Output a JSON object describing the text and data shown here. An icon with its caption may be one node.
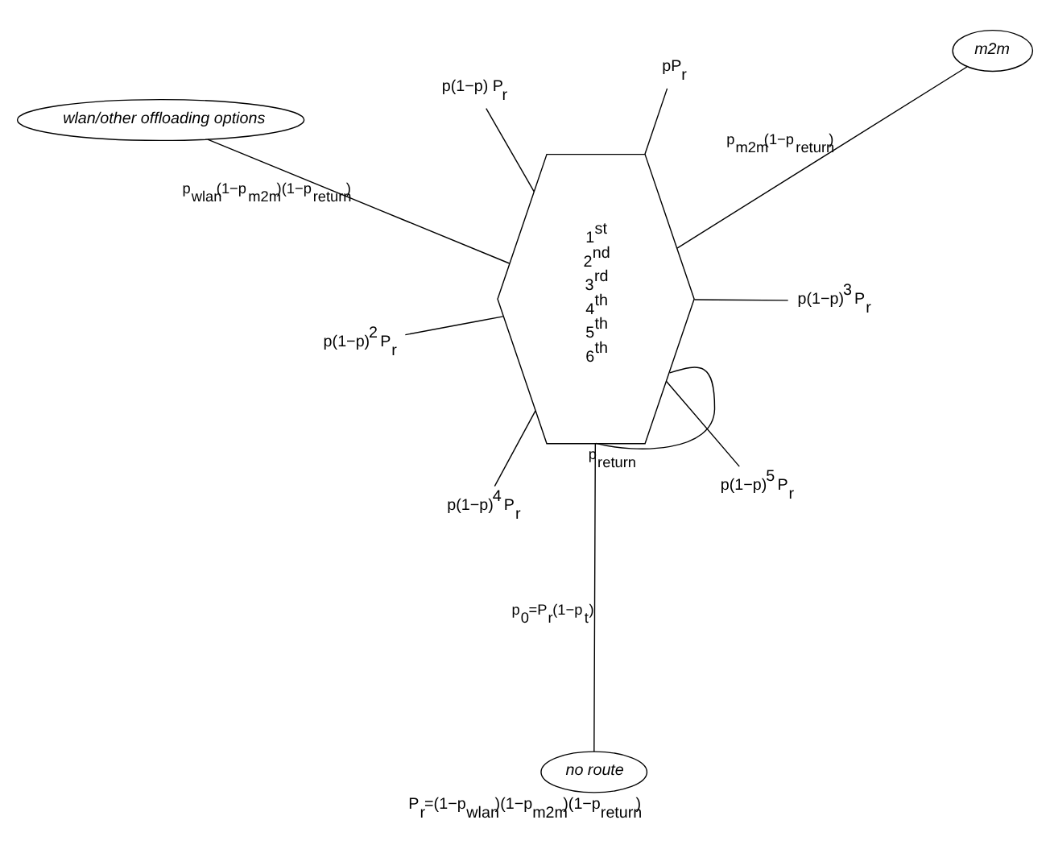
{
  "diagram": {
    "caption": "P$_{r}$=(1−p$_{wlan}$)(1−p$_{m2m}$)(1−p$_{return}$)",
    "nodes": [
      {
        "text": [
          "wlan/other offloading options"
        ]
      },
      {
        "text": [
          "m2m"
        ]
      },
      {
        "text": [
          "no route"
        ]
      },
      {
        "text": [
          "1$^{st}$",
          "2$^{nd}$",
          "3$^{rd}$",
          "4$^{th}$",
          "5$^{th}$",
          "6$^{th}$"
        ]
      },
      {
        "text": [
          "pP$_{r}$"
        ]
      },
      {
        "text": [
          "p(1−p) P$_{r}$"
        ]
      },
      {
        "text": [
          "p(1−p)$^{2}$ P$_{r}$"
        ]
      },
      {
        "text": [
          "p(1−p)$^{3}$ P$_{r}$"
        ]
      },
      {
        "text": [
          "p(1−p)$^{4}$ P$_{r}$"
        ]
      },
      {
        "text": [
          "p(1−p)$^{5}$ P$_{r}$"
        ]
      }
    ],
    "edges": [
      {
        "from": 3,
        "to": 0,
        "arrow": "none",
        "label": "p$_{wlan}$(1−p$_{m2m}$)(1−p$_{return}$)"
      },
      {
        "from": 3,
        "to": 1,
        "arrow": "none",
        "label": "p$_{m2m}$(1−p$_{return}$)"
      },
      {
        "from": 3,
        "to": 2,
        "arrow": "none",
        "label": "p$_{0}$=P$_{r}$(1−p$_{t}$)"
      },
      {
        "from": 3,
        "to": 3,
        "arrow": "none",
        "label": "p$_{return}$"
      },
      {
        "from": 4,
        "to": 3,
        "arrow": "none"
      },
      {
        "from": 5,
        "to": 3,
        "arrow": "none"
      },
      {
        "from": 6,
        "to": 3,
        "arrow": "none"
      },
      {
        "from": 7,
        "to": 3,
        "arrow": "none"
      },
      {
        "from": 8,
        "to": 3,
        "arrow": "none"
      },
      {
        "from": 9,
        "to": 3,
        "arrow": "none"
      }
    ]
  }
}
